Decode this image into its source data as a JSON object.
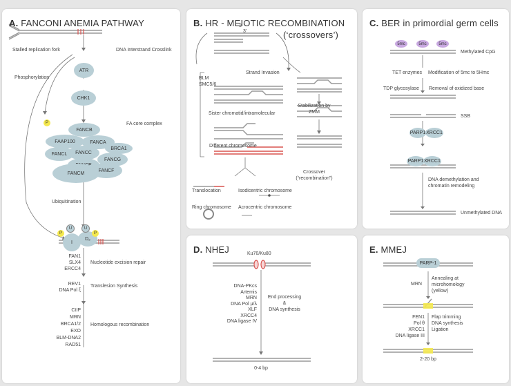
{
  "panelA": {
    "letter": "A.",
    "title": "FANCONI ANEMIA PATHWAY",
    "stalled": "Stalled replication fork",
    "crosslink": "DNA Interstrand Crosslink",
    "atr": "ATR",
    "phospho": "Phosphorylation",
    "chk1": "CHK1",
    "p": "P",
    "u": "U",
    "core_label": "FA core complex",
    "fancb": "FANCB",
    "faap100": "FAAP100",
    "fanca": "FANCA",
    "fancl": "FANCL",
    "fancc": "FANCC",
    "brca1": "BRCA1",
    "fance": "FANCE",
    "fancg": "FANCG",
    "fancm": "FANCM",
    "fancf": "FANCF",
    "ubiq": "Ubiquitination",
    "i": "I",
    "d2": "D₂",
    "ner_genes": [
      "FAN1",
      "SLX4",
      "ERCC4"
    ],
    "ner": "Nucleotide excision repair",
    "tls_genes": [
      "REV1",
      "DNA Pol ξ"
    ],
    "tls": "Translesion Synthesis",
    "hr_genes": [
      "CtIP",
      "MRN",
      "BRCA1/2",
      "EXO",
      "BLM-DNA2",
      "RAD51"
    ],
    "hr": "Homologous recombination"
  },
  "panelB": {
    "letter": "B.",
    "title": "HR - MEIOTIC RECOMBINATION",
    "subtitle": "(‘crossovers’)",
    "three1": "3'",
    "three2": "3'",
    "blm": [
      "BLM",
      "SMC5/6"
    ],
    "strand": "Strand Invasion",
    "stab": [
      "Stabilization by",
      "ZMM"
    ],
    "sister": "Sister chromatid/intramolecular",
    "different": "Different chromosome",
    "crossover": [
      "Crossover",
      "(“recombination”)"
    ],
    "translocation": "Translocation",
    "isodicentric": "Isodicentric chromosome",
    "ring": "Ring chromosome",
    "acrocentric": "Acrocentric chromosome"
  },
  "panelC": {
    "letter": "C.",
    "title": "BER in primordial germ cells",
    "fivemc": [
      "5mc",
      "5mc",
      "5mc"
    ],
    "methylated": "Methylated CpG",
    "tet": "TET enzymes",
    "mod": "Modification of 5mc to 5Hmc",
    "tdp": "TDP glycosylase",
    "removal": "Removal of oxidized base",
    "ssb": "SSB",
    "parp1": "PARP1",
    "xrcc1": "XRCC1",
    "demeth": [
      "DNA demethylation and",
      "chromatin remodeling"
    ],
    "unmeth": "Unmethylated DNA"
  },
  "panelD": {
    "letter": "D.",
    "title": "NHEJ",
    "ku": "Ku70/Ku80",
    "genes": [
      "DNA-PKcs",
      "Artemis",
      "MRN",
      "DNA Pol μ/λ",
      "XLF",
      "XRCC4",
      "DNA ligase IV"
    ],
    "process": [
      "End processing",
      "&",
      "DNA synthesis"
    ],
    "bp": "0-4 bp"
  },
  "panelE": {
    "letter": "E.",
    "title": "MMEJ",
    "parp": "PARP-1",
    "mrn": "MRN",
    "anneal": [
      "Annealing at",
      "microhomology",
      "(yellow)"
    ],
    "genes": [
      "FEN1",
      "Pol θ",
      "XRCC1",
      "DNA ligase III"
    ],
    "steps": [
      "Flap trimming",
      "DNA synthesis",
      "Ligation"
    ],
    "bp": "2-20 bp"
  },
  "colors": {
    "node": "#b9cfd6",
    "strand": "#888888",
    "red": "#d9534f",
    "yellow": "#f5e94e",
    "purple": "#c8a8e0"
  }
}
